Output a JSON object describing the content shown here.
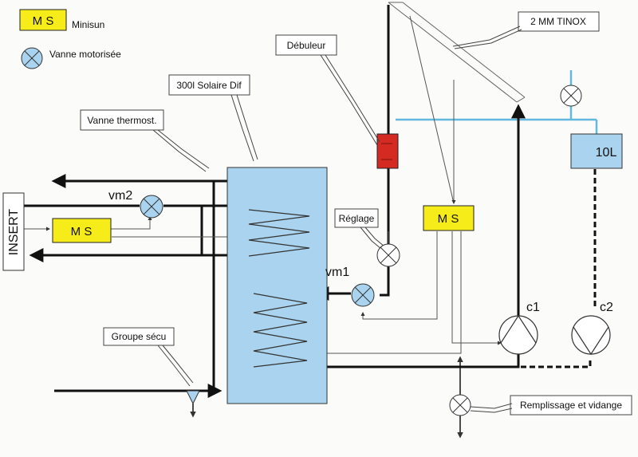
{
  "legend": {
    "ms_box": "M S",
    "ms_label": "Minisun",
    "valve_label": "Vanne motorisée"
  },
  "labels": {
    "debulleur": "Débuleur",
    "tank": "300l Solaire Dif",
    "vanne_thermost": "Vanne thermost.",
    "tinox": "2 MM TINOX",
    "vm2": "vm2",
    "vm1": "vm1",
    "reglage": "Réglage",
    "insert": "INSERT",
    "ms_left": "M S",
    "ms_center": "M S",
    "tank_10l": "10L",
    "c1": "c1",
    "c2": "c2",
    "groupe_secu": "Groupe sécu",
    "remplissage": "Remplissage et vidange"
  },
  "colors": {
    "tank_fill": "#a9d3ee",
    "ms_fill": "#f6ec1a",
    "debulleur_fill": "#d42a22",
    "blue_pipe": "#62b9dd",
    "pipe": "#111111",
    "thin_pipe": "#555555"
  }
}
